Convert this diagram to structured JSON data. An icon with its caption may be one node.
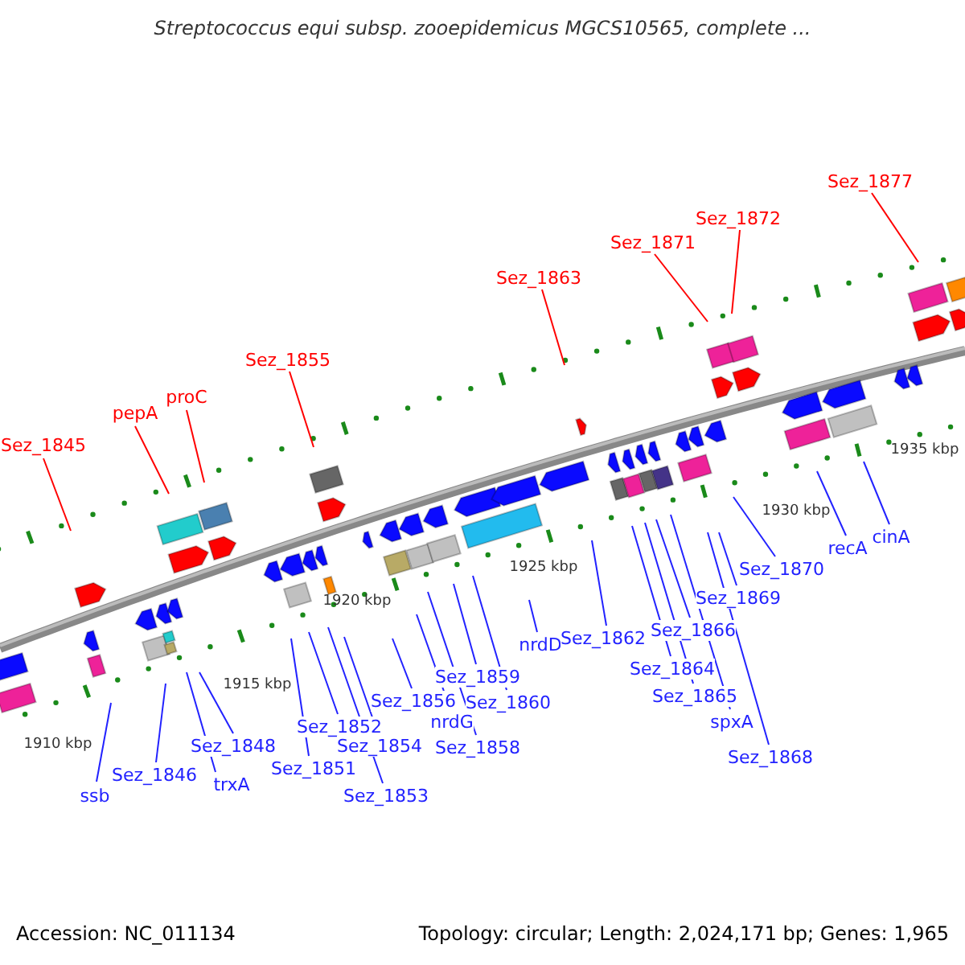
{
  "diagram": {
    "title": "Streptococcus equi subsp. zooepidemicus MGCS10565, complete ...",
    "nodes": [
      {
        "text": [
          "Sez_1845"
        ]
      },
      {
        "text": [
          "pepA"
        ]
      },
      {
        "text": [
          "proC"
        ]
      },
      {
        "text": [
          "Sez_1855"
        ]
      },
      {
        "text": [
          "Sez_1863"
        ]
      },
      {
        "text": [
          "Sez_1871"
        ]
      },
      {
        "text": [
          "Sez_1872"
        ]
      },
      {
        "text": [
          "Sez_1877"
        ]
      },
      {
        "text": [
          "ssb"
        ]
      },
      {
        "text": [
          "Sez_1846"
        ]
      },
      {
        "text": [
          "trxA"
        ]
      },
      {
        "text": [
          "Sez_1848"
        ]
      },
      {
        "text": [
          "Sez_1851"
        ]
      },
      {
        "text": [
          "Sez_1852"
        ]
      },
      {
        "text": [
          "Sez_1853"
        ]
      },
      {
        "text": [
          "Sez_1854"
        ]
      },
      {
        "text": [
          "Sez_1856"
        ]
      },
      {
        "text": [
          "nrdG"
        ]
      },
      {
        "text": [
          "Sez_1858"
        ]
      },
      {
        "text": [
          "Sez_1859"
        ]
      },
      {
        "text": [
          "Sez_1860"
        ]
      },
      {
        "text": [
          "nrdD"
        ]
      },
      {
        "text": [
          "Sez_1862"
        ]
      },
      {
        "text": [
          "Sez_1864"
        ]
      },
      {
        "text": [
          "Sez_1865"
        ]
      },
      {
        "text": [
          "Sez_1866"
        ]
      },
      {
        "text": [
          "spxA"
        ]
      },
      {
        "text": [
          "Sez_1868"
        ]
      },
      {
        "text": [
          "Sez_1869"
        ]
      },
      {
        "text": [
          "Sez_1870"
        ]
      },
      {
        "text": [
          "recA"
        ]
      },
      {
        "text": [
          "cinA"
        ]
      }
    ],
    "edges": [
      {
        "from": 0,
        "to": null,
        "arrow": "none",
        "color": "#ff0000"
      },
      {
        "from": 1,
        "to": null,
        "arrow": "none",
        "color": "#ff0000"
      },
      {
        "from": 2,
        "to": null,
        "arrow": "none",
        "color": "#ff0000"
      },
      {
        "from": 3,
        "to": null,
        "arrow": "none",
        "color": "#ff0000"
      },
      {
        "from": 4,
        "to": null,
        "arrow": "none",
        "color": "#ff0000"
      },
      {
        "from": 5,
        "to": null,
        "arrow": "none",
        "color": "#ff0000"
      },
      {
        "from": 6,
        "to": null,
        "arrow": "none",
        "color": "#ff0000"
      },
      {
        "from": 7,
        "to": null,
        "arrow": "none",
        "color": "#ff0000"
      },
      {
        "from": 8,
        "to": null,
        "arrow": "none"
      },
      {
        "from": 9,
        "to": null,
        "arrow": "none"
      },
      {
        "from": 10,
        "to": null,
        "arrow": "none"
      },
      {
        "from": 11,
        "to": null,
        "arrow": "none"
      },
      {
        "from": 12,
        "to": null,
        "arrow": "none"
      },
      {
        "from": 13,
        "to": null,
        "arrow": "none"
      },
      {
        "from": 14,
        "to": null,
        "arrow": "none"
      },
      {
        "from": 15,
        "to": null,
        "arrow": "none"
      },
      {
        "from": 16,
        "to": null,
        "arrow": "none"
      },
      {
        "from": 17,
        "to": null,
        "arrow": "none"
      },
      {
        "from": 18,
        "to": null,
        "arrow": "none"
      },
      {
        "from": 19,
        "to": null,
        "arrow": "none"
      },
      {
        "from": 20,
        "to": null,
        "arrow": "none"
      },
      {
        "from": 21,
        "to": null,
        "arrow": "none"
      },
      {
        "from": 22,
        "to": null,
        "arrow": "none"
      },
      {
        "from": 23,
        "to": null,
        "arrow": "none"
      },
      {
        "from": 24,
        "to": null,
        "arrow": "none"
      },
      {
        "from": 25,
        "to": null,
        "arrow": "none"
      },
      {
        "from": 26,
        "to": null,
        "arrow": "none"
      },
      {
        "from": 27,
        "to": null,
        "arrow": "none"
      },
      {
        "from": 28,
        "to": null,
        "arrow": "none"
      },
      {
        "from": 29,
        "to": null,
        "arrow": "none"
      },
      {
        "from": 30,
        "to": null,
        "arrow": "none"
      },
      {
        "from": 31,
        "to": null,
        "arrow": "none"
      }
    ],
    "labels": [
      "1910 kbp",
      "1915 kbp",
      "1920 kbp",
      "1925 kbp",
      "1930 kbp",
      "1935 kbp",
      "Accession: NC_011134",
      "Topology: circular; Length: 2,024,171 bp; Genes: 1,965"
    ]
  }
}
